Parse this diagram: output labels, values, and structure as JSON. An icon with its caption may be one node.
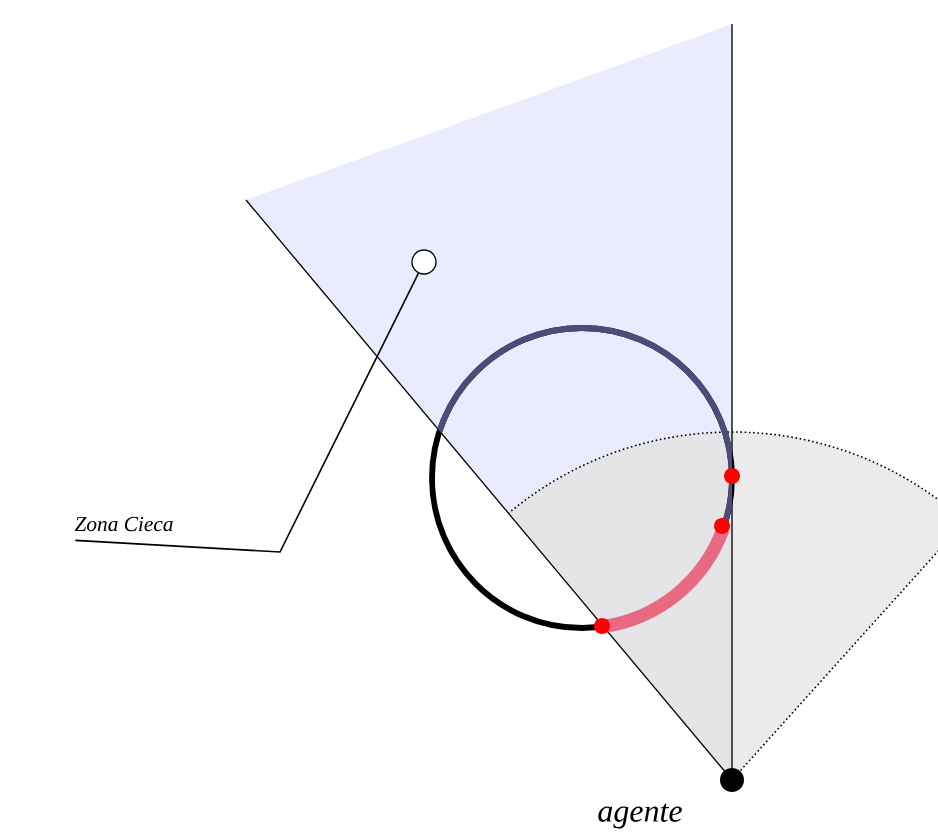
{
  "diagram": {
    "nodes": [
      {
        "text": [
          "Zona Cieca"
        ]
      },
      {
        "text": [],
        "shape": "circle"
      }
    ],
    "edges": [
      {
        "from": 0,
        "to": 1,
        "arrow": "none"
      }
    ],
    "labels": [
      "agente"
    ]
  }
}
